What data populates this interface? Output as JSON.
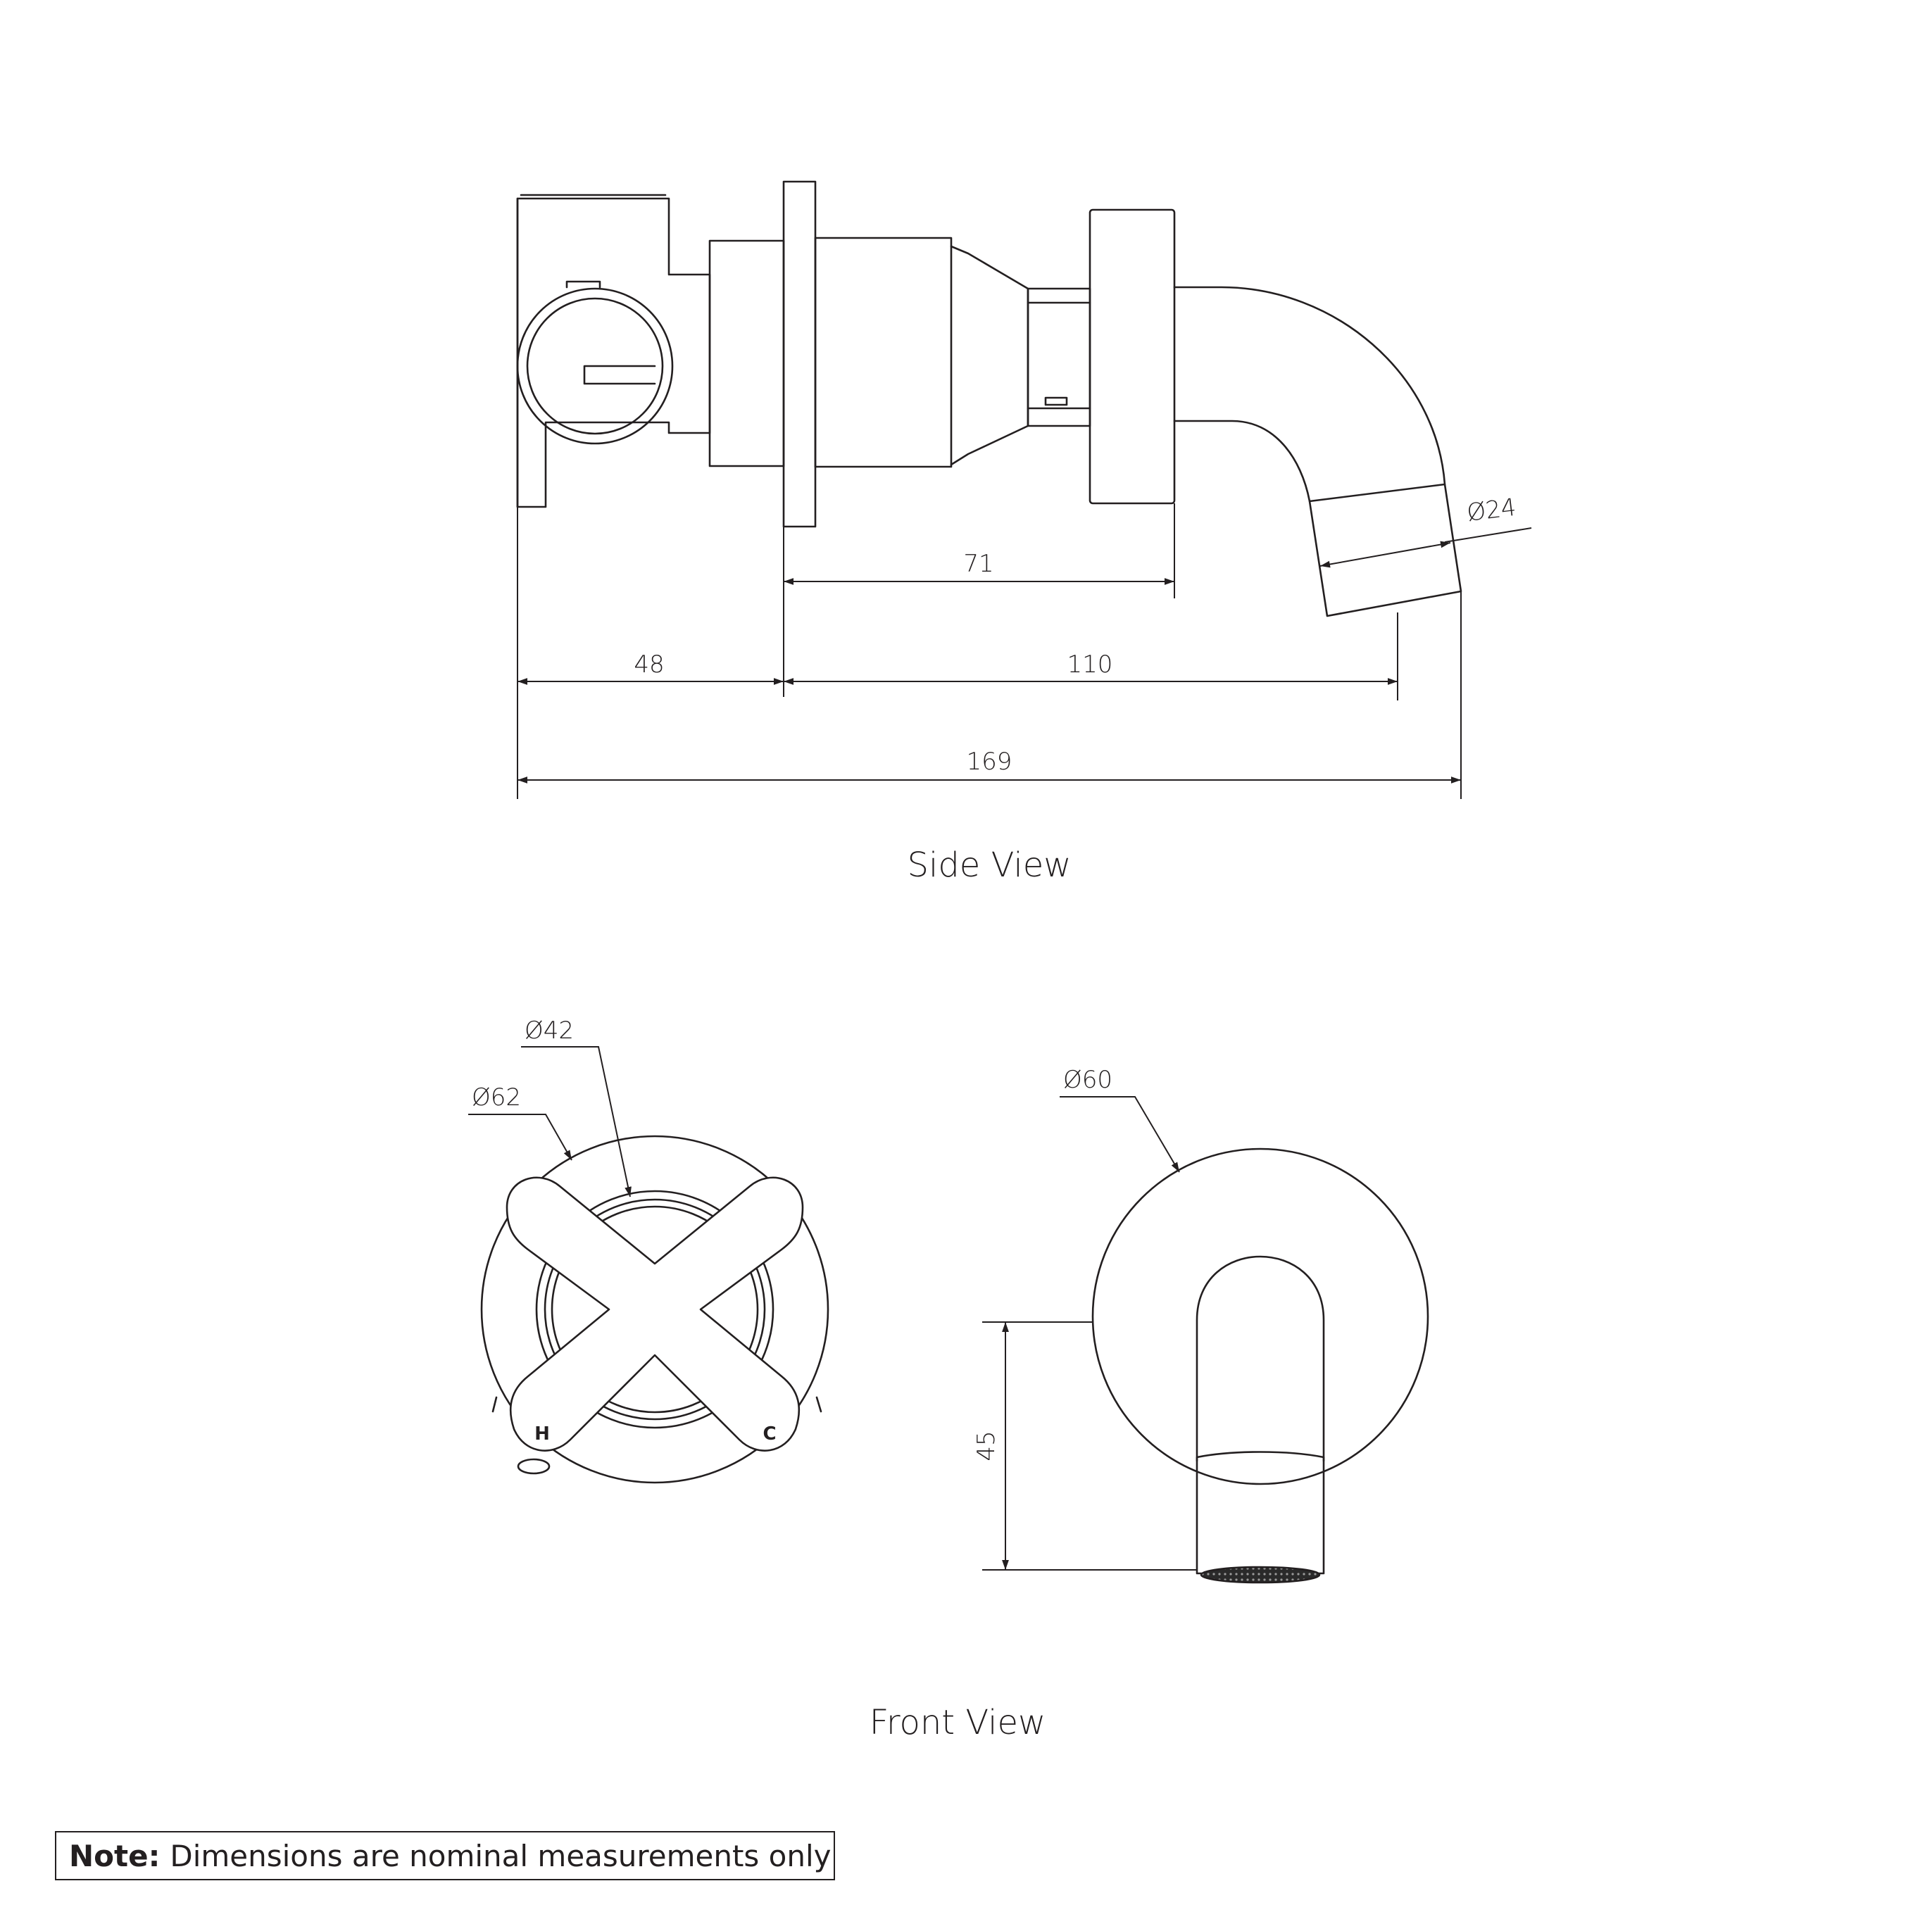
{
  "side_view": {
    "caption": "Side View",
    "dimensions": {
      "d71": "71",
      "d48": "48",
      "d110": "110",
      "d169": "169",
      "dia24": "Ø24"
    }
  },
  "front_view": {
    "caption": "Front View",
    "dimensions": {
      "dia42": "Ø42",
      "dia62": "Ø62",
      "dia60": "Ø60",
      "d45": "45"
    },
    "handle_labels": {
      "hot": "H",
      "cold": "C"
    }
  },
  "note": {
    "label": "Note:",
    "text": "Dimensions are nominal measurements only"
  }
}
